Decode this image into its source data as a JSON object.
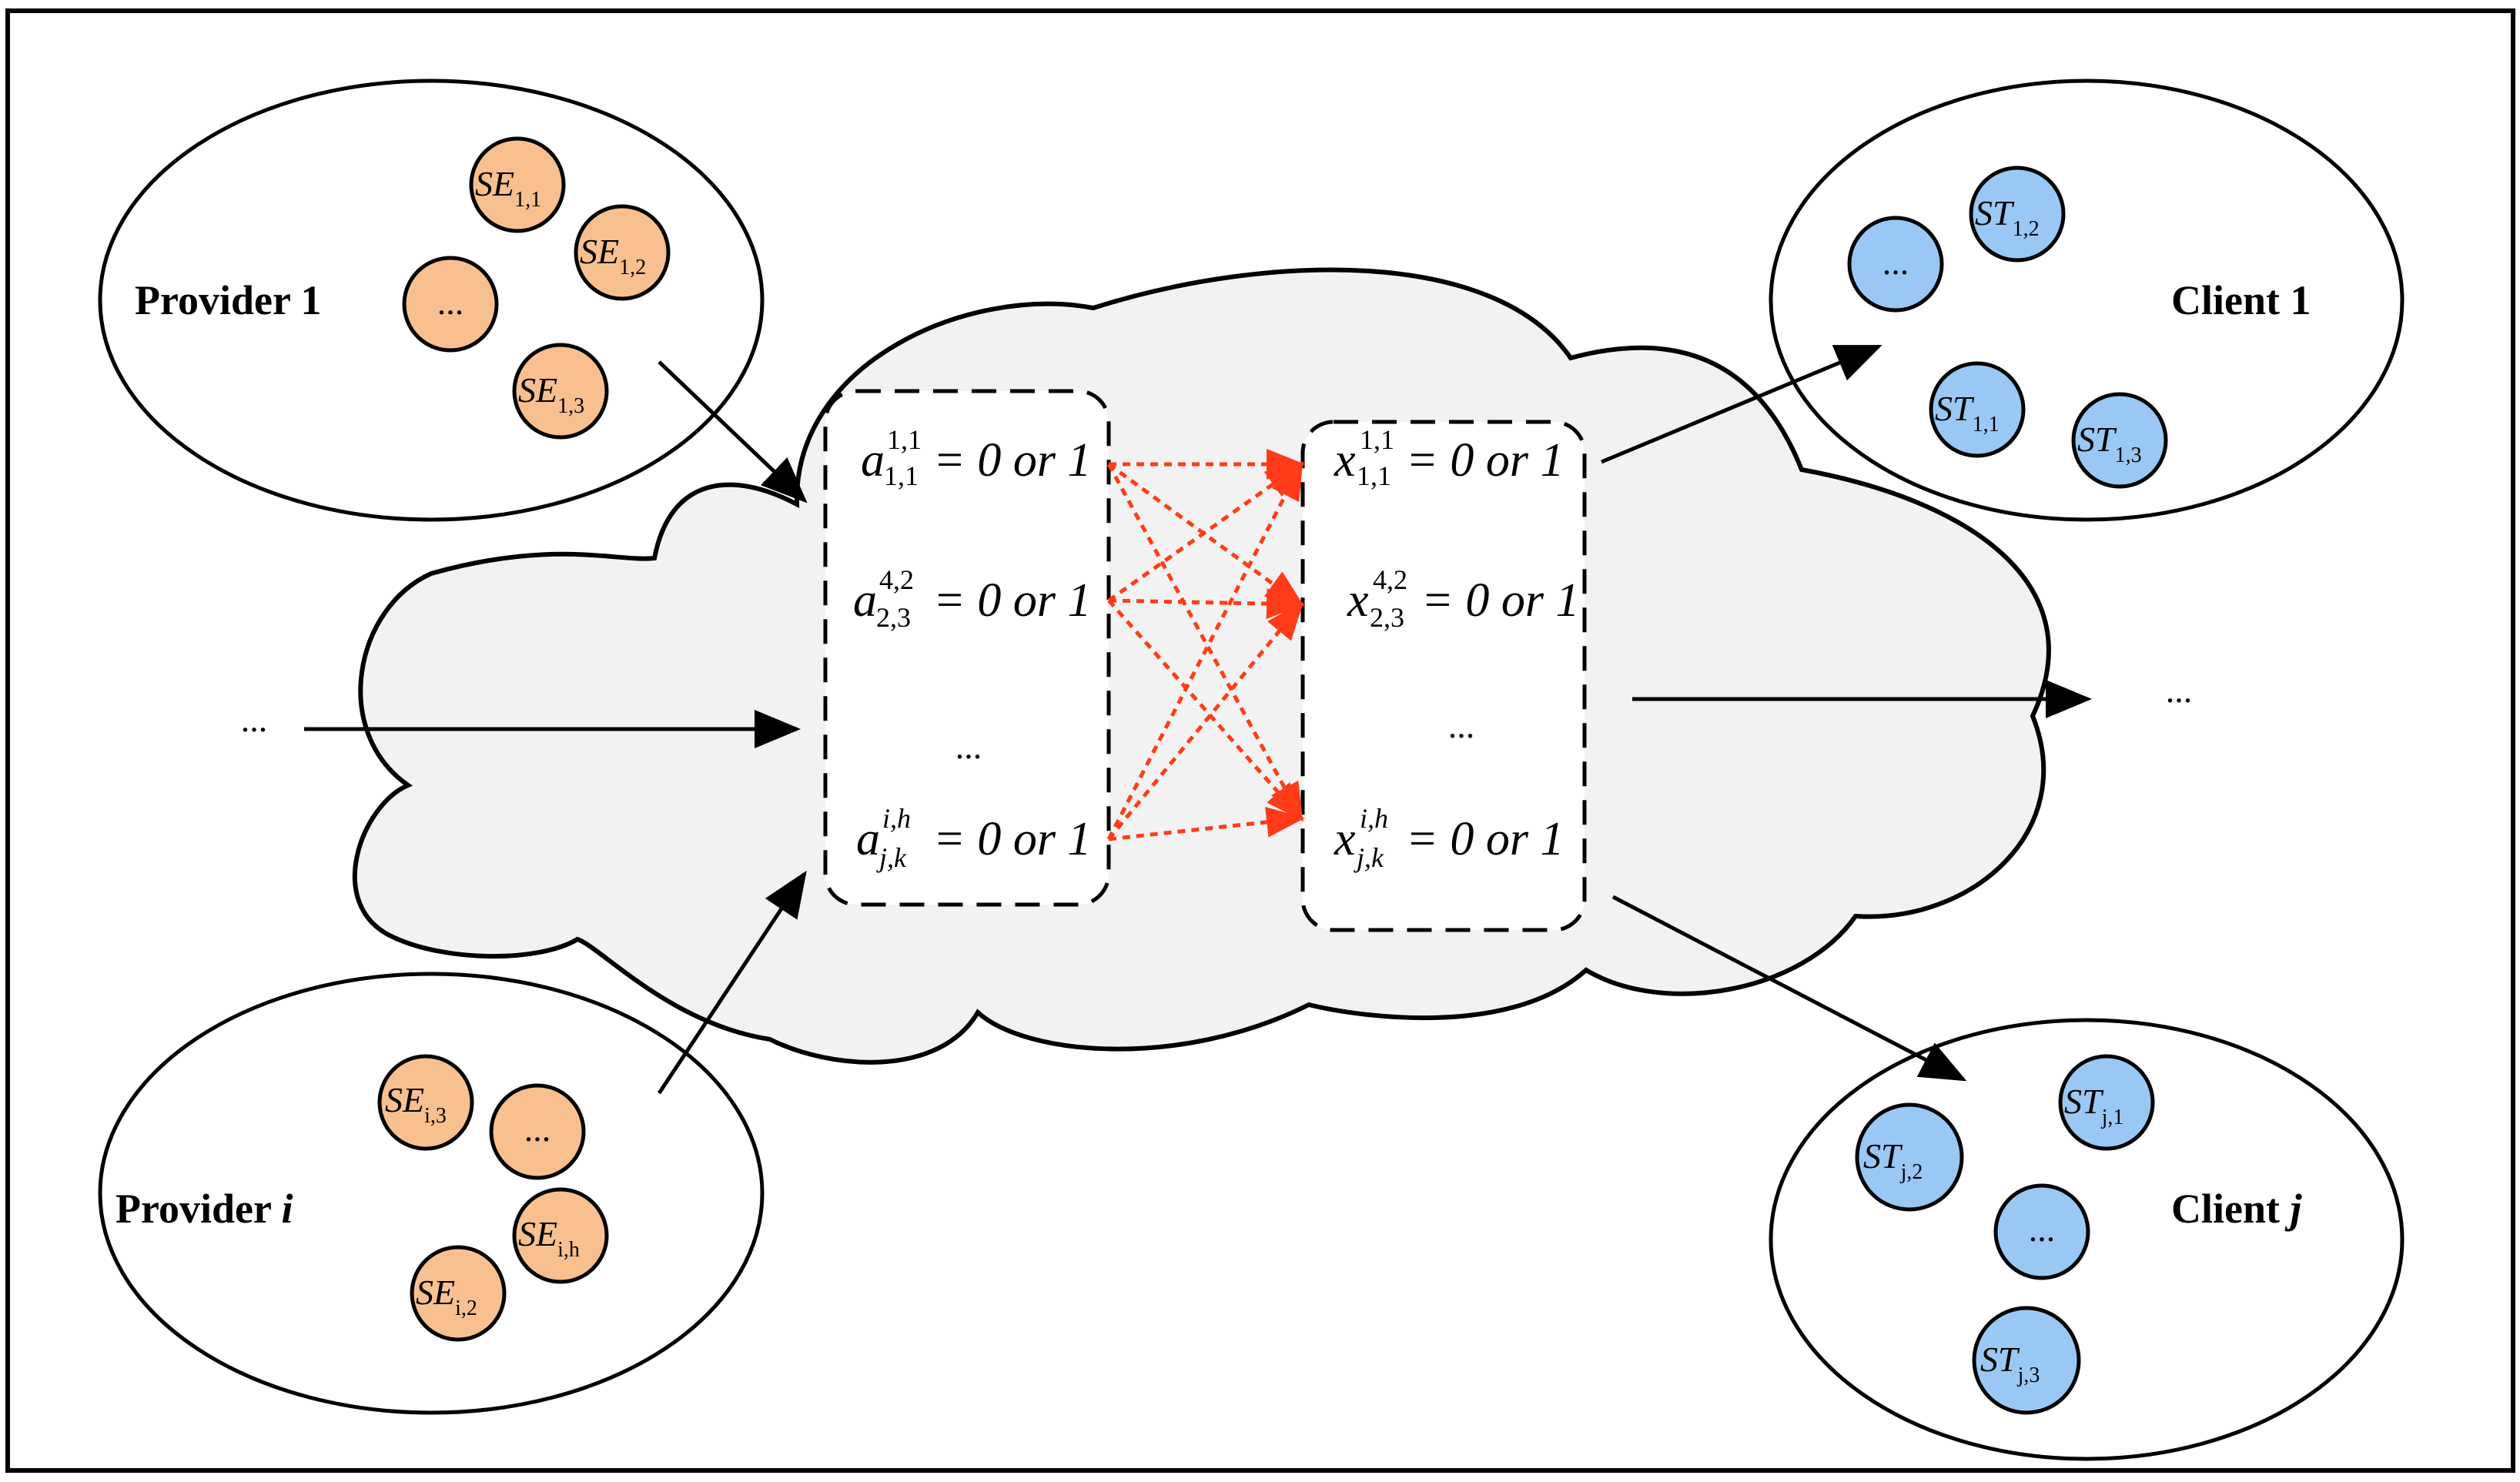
{
  "providers": [
    {
      "label_main": "Provider 1",
      "label_var": "",
      "services": [
        {
          "base": "SE",
          "sub": "1,1"
        },
        {
          "base": "SE",
          "sub": "1,2"
        },
        {
          "base": "",
          "sub": "",
          "text": "..."
        },
        {
          "base": "SE",
          "sub": "1,3"
        }
      ]
    },
    {
      "label_main": "Provider ",
      "label_var": "i",
      "services": [
        {
          "base": "SE",
          "sub": "i,3"
        },
        {
          "base": "",
          "sub": "",
          "text": "..."
        },
        {
          "base": "SE",
          "sub": "i,h"
        },
        {
          "base": "SE",
          "sub": "i,2"
        }
      ]
    }
  ],
  "clients": [
    {
      "label_main": "Client 1",
      "label_var": "",
      "tasks": [
        {
          "base": "",
          "sub": "",
          "text": "..."
        },
        {
          "base": "ST",
          "sub": "1,2"
        },
        {
          "base": "ST",
          "sub": "1,1"
        },
        {
          "base": "ST",
          "sub": "1,3"
        }
      ]
    },
    {
      "label_main": "Client ",
      "label_var": "j",
      "tasks": [
        {
          "base": "ST",
          "sub": "j,1"
        },
        {
          "base": "ST",
          "sub": "j,2"
        },
        {
          "base": "",
          "sub": "",
          "text": "..."
        },
        {
          "base": "ST",
          "sub": "j,3"
        }
      ]
    }
  ],
  "left_dots": "...",
  "right_dots": "...",
  "a_box": {
    "rows": [
      {
        "var": "a",
        "sup": "1,1",
        "sub": "1,1",
        "rhs": "= 0 or 1"
      },
      {
        "var": "a",
        "sup": "4,2",
        "sub": "2,3",
        "rhs": "= 0 or 1"
      },
      {
        "var": "a",
        "sup": "i,h",
        "sub": "j,k",
        "rhs": "= 0 or 1"
      }
    ],
    "dots": "..."
  },
  "x_box": {
    "rows": [
      {
        "var": "x",
        "sup": "1,1",
        "sub": "1,1",
        "rhs": "= 0 or 1"
      },
      {
        "var": "x",
        "sup": "4,2",
        "sub": "2,3",
        "rhs": "= 0 or 1"
      },
      {
        "var": "x",
        "sup": "i,h",
        "sub": "j,k",
        "rhs": "= 0 or 1"
      }
    ],
    "dots": "..."
  },
  "colors": {
    "service_fill": "#f9c08f",
    "task_fill": "#9ac8f4",
    "cloud_fill": "#f2f2f2",
    "mapping_arrows": "#ff3b1a",
    "stroke": "#000000"
  }
}
